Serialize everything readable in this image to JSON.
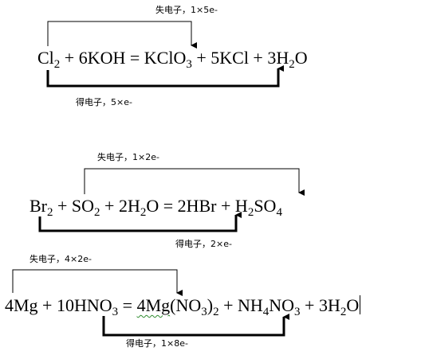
{
  "equations": [
    {
      "id": "eq1",
      "parts": [
        "Cl",
        "2",
        " + 6KOH = KClO",
        "3",
        " + 5KCl + 3H",
        "2",
        "O"
      ],
      "lose_label": "失电子，1×5e-",
      "gain_label": "得电子，5×e-"
    },
    {
      "id": "eq2",
      "parts": [
        "Br",
        "2",
        " + SO",
        "2",
        " + 2H",
        "2",
        "O = 2HBr + H",
        "2",
        "SO",
        "4"
      ],
      "lose_label": "失电子，1×2e-",
      "gain_label": "得电子，2×e-"
    },
    {
      "id": "eq3",
      "parts": [
        "4Mg + 10HNO",
        "3",
        " = ",
        "4Mg",
        "(NO",
        "3",
        ")",
        "2",
        " + NH",
        "4",
        "NO",
        "3",
        " + 3H",
        "2",
        "O"
      ],
      "lose_label": "失电子，4×2e-",
      "gain_label": "得电子，1×8e-"
    }
  ]
}
